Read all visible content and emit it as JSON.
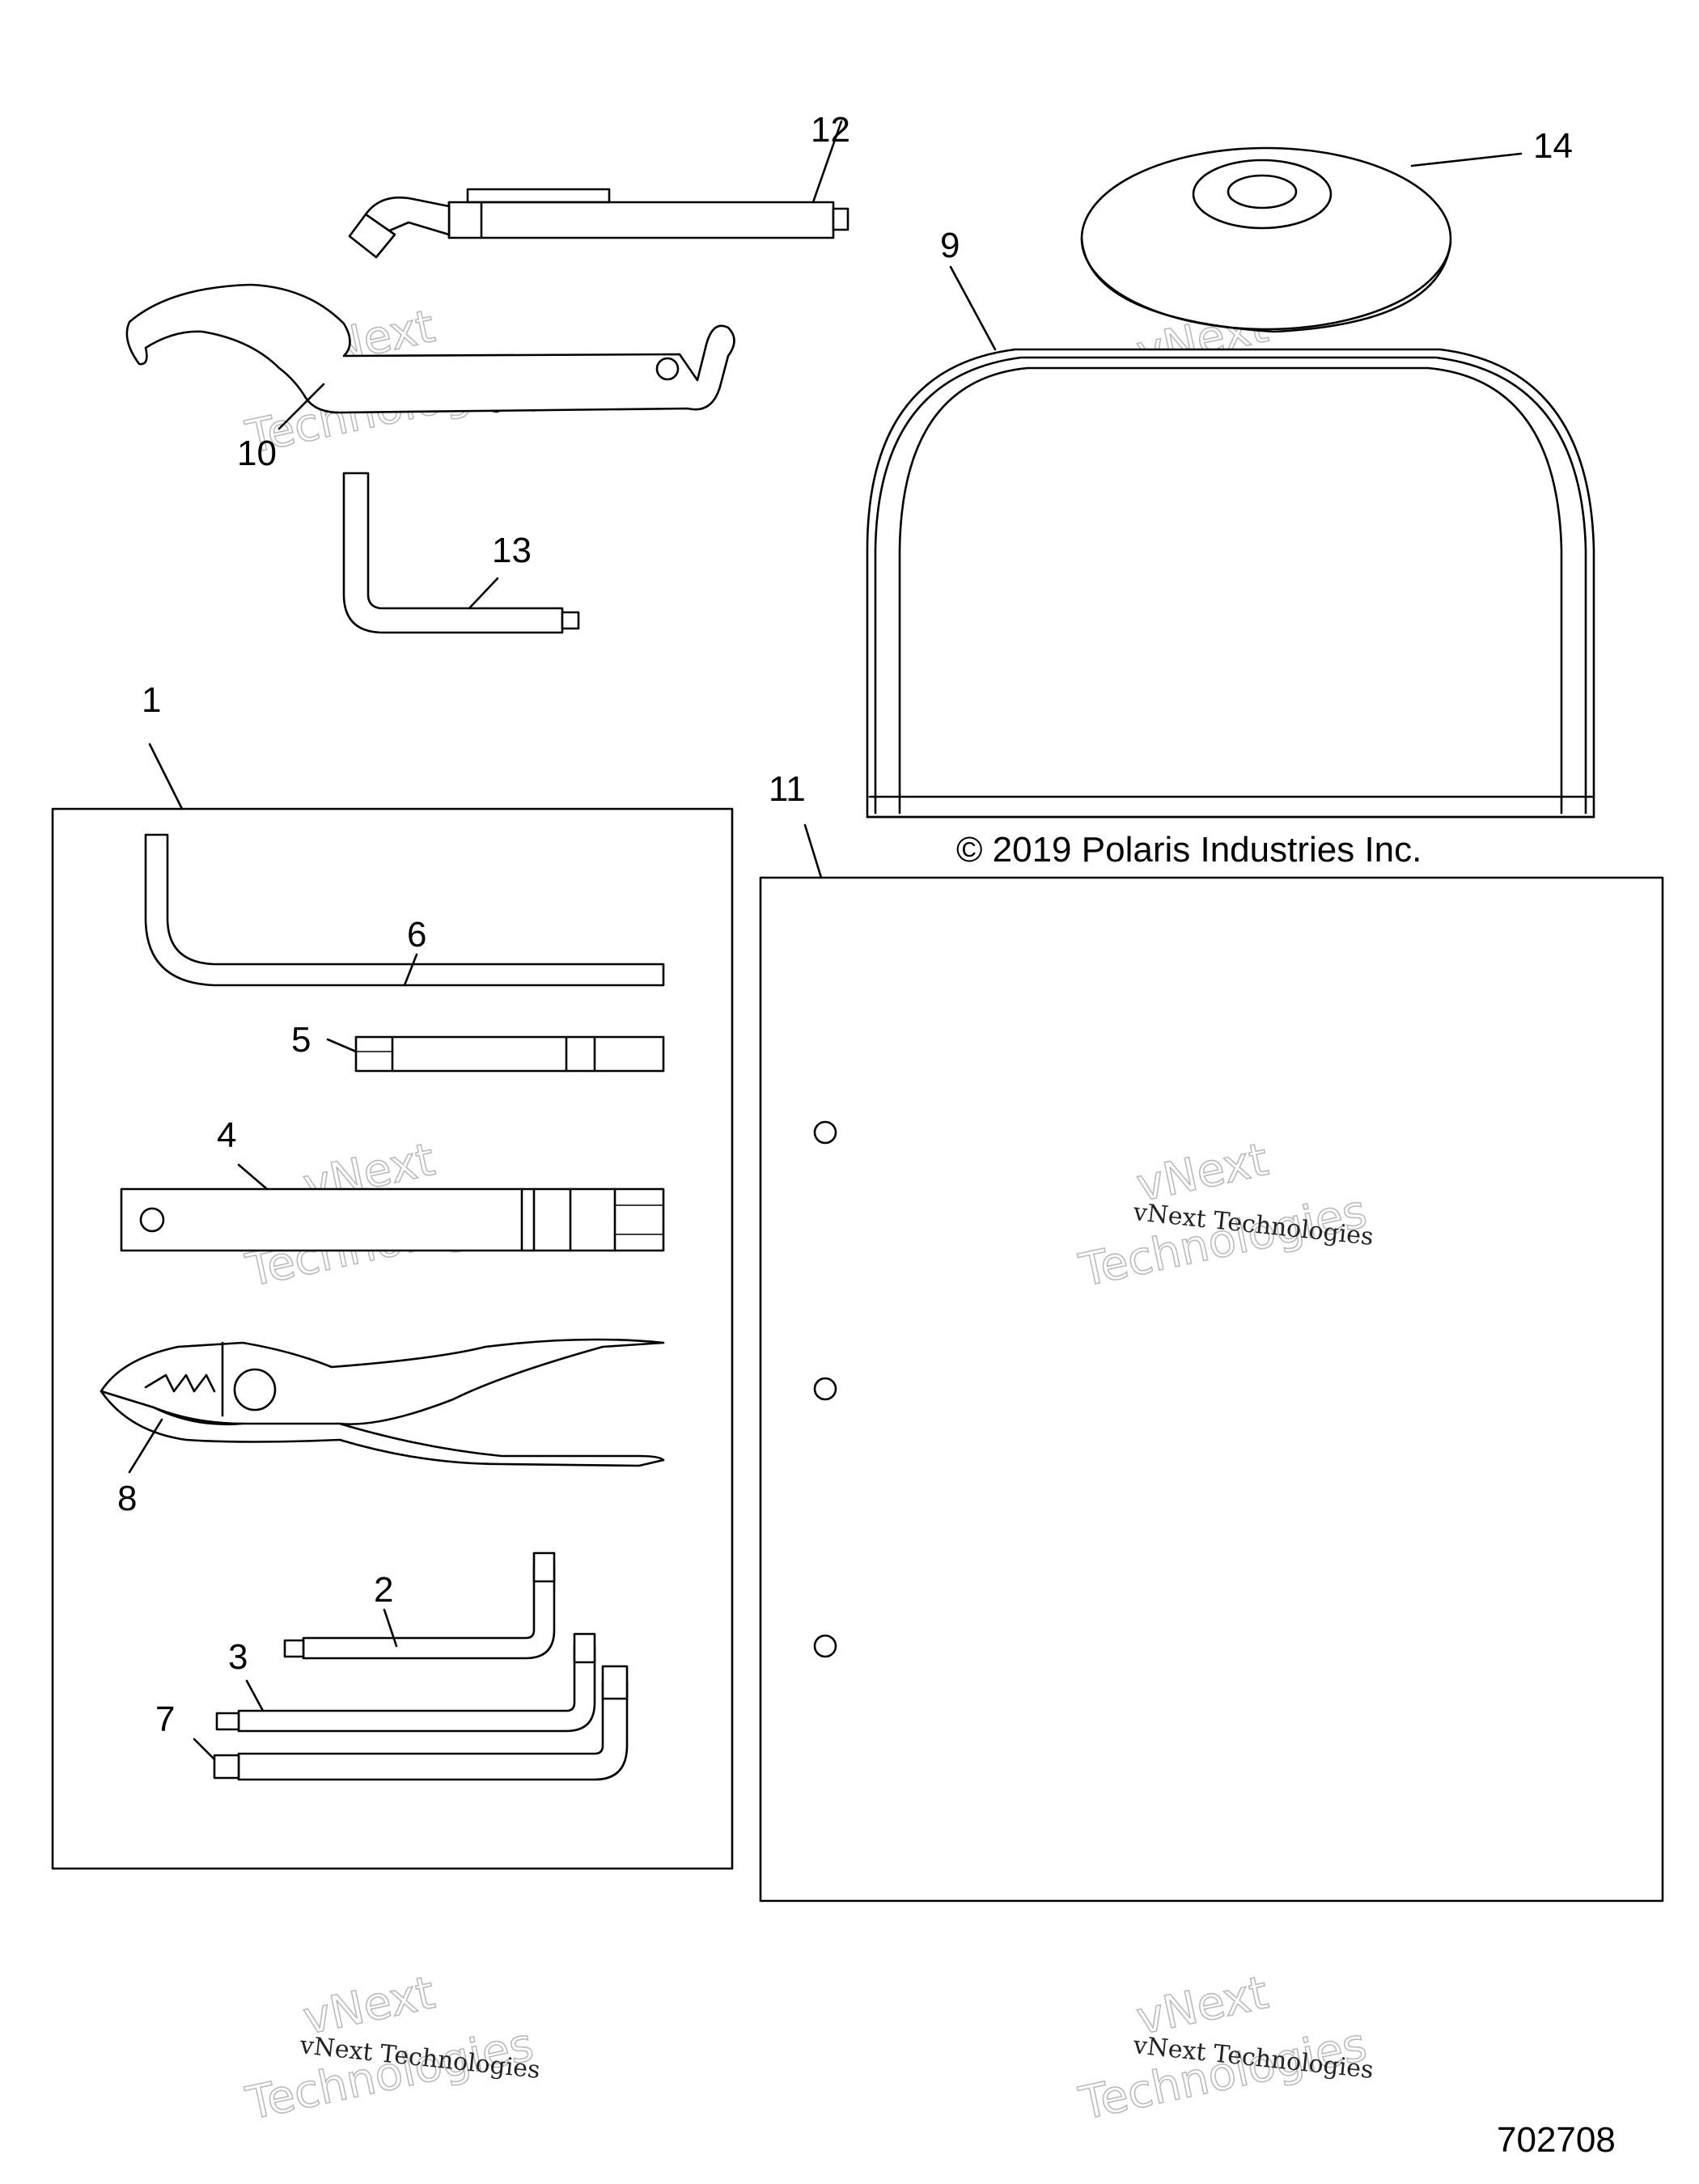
{
  "diagram": {
    "copyright": "© 2019 Polaris Industries Inc.",
    "figure_number": "702708",
    "callouts": [
      {
        "id": "c1",
        "label": "1"
      },
      {
        "id": "c2",
        "label": "2"
      },
      {
        "id": "c3",
        "label": "3"
      },
      {
        "id": "c4",
        "label": "4"
      },
      {
        "id": "c5",
        "label": "5"
      },
      {
        "id": "c6",
        "label": "6"
      },
      {
        "id": "c7",
        "label": "7"
      },
      {
        "id": "c8",
        "label": "8"
      },
      {
        "id": "c9",
        "label": "9"
      },
      {
        "id": "c10",
        "label": "10"
      },
      {
        "id": "c11",
        "label": "11"
      },
      {
        "id": "c12",
        "label": "12"
      },
      {
        "id": "c13",
        "label": "13"
      },
      {
        "id": "c14",
        "label": "14"
      }
    ]
  },
  "watermark": {
    "line1": "vNext Technologies",
    "line2": "vNext",
    "line3": "Technologies"
  }
}
